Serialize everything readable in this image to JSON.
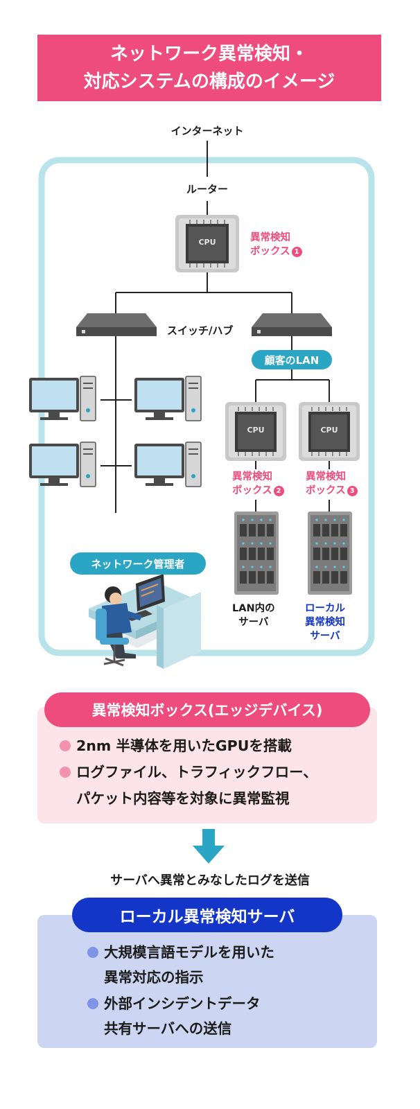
{
  "title": {
    "line1": "ネットワーク異常検知・",
    "line2": "対応システムの構成のイメージ"
  },
  "nodes": {
    "internet": "インターネット",
    "router": "ルーター",
    "switch_hub": "スイッチ/ハブ",
    "customer_lan": "顧客のLAN",
    "admin": "ネットワーク管理者",
    "cpu_label": "CPU"
  },
  "boxes": {
    "box1": {
      "line1": "異常検知",
      "line2": "ボックス",
      "num": "1"
    },
    "box2": {
      "line1": "異常検知",
      "line2": "ボックス",
      "num": "2"
    },
    "box3": {
      "line1": "異常検知",
      "line2": "ボックス",
      "num": "3"
    }
  },
  "servers": {
    "lan_server": {
      "line1": "LAN内の",
      "line2": "サーバ"
    },
    "local_server": {
      "line1": "ローカル",
      "line2": "異常検知",
      "line3": "サーバ"
    }
  },
  "edge_section": {
    "heading": "異常検知ボックス(エッジデバイス)",
    "bullet1": "2nm 半導体を用いたGPUを搭載",
    "bullet2_line1": "ログファイル、トラフィックフロー、",
    "bullet2_line2": "パケット内容等を対象に異常監視"
  },
  "arrow_caption": "サーバへ異常とみなしたログを送信",
  "server_section": {
    "heading": "ローカル異常検知サーバ",
    "bullet1_line1": "大規模言語モデルを用いた",
    "bullet1_line2": "異常対応の指示",
    "bullet2_line1": "外部インシデントデータ",
    "bullet2_line2": "共有サーバへの送信"
  },
  "colors": {
    "accent_pink": "#ee4c7c",
    "pink_bg": "#fde3ea",
    "teal": "#2aa5c4",
    "frame": "#b9e3ea",
    "navy": "#1336c8",
    "lavender_bg": "#ccd5f1"
  }
}
